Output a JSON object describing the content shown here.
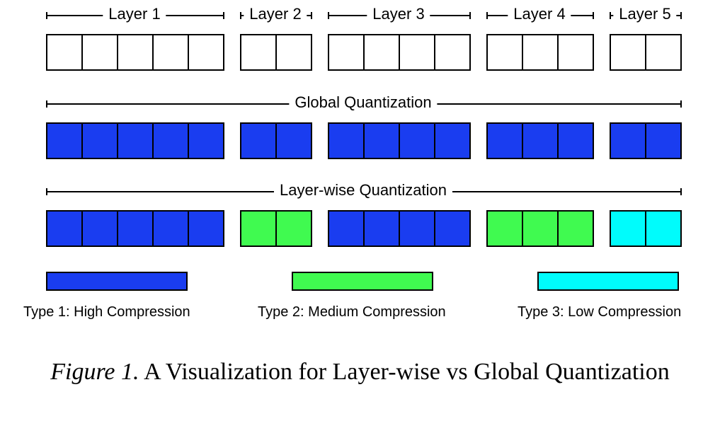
{
  "colors": {
    "empty": "#ffffff",
    "type1": "#1a3df0",
    "type2": "#40fa50",
    "type3": "#00fcfc",
    "border": "#000000"
  },
  "layers": [
    {
      "label": "Layer 1",
      "cells": 5
    },
    {
      "label": "Layer 2",
      "cells": 2
    },
    {
      "label": "Layer 3",
      "cells": 4
    },
    {
      "label": "Layer 4",
      "cells": 3
    },
    {
      "label": "Layer 5",
      "cells": 2
    }
  ],
  "rows": [
    {
      "name": "unquantized",
      "label": "",
      "layer_types": [
        "empty",
        "empty",
        "empty",
        "empty",
        "empty"
      ]
    },
    {
      "name": "global",
      "label": "Global Quantization",
      "layer_types": [
        "type1",
        "type1",
        "type1",
        "type1",
        "type1"
      ]
    },
    {
      "name": "layer-wise",
      "label": "Layer-wise Quantization",
      "layer_types": [
        "type1",
        "type2",
        "type1",
        "type2",
        "type3"
      ]
    }
  ],
  "legend": [
    {
      "type": "type1",
      "label": "Type 1: High Compression"
    },
    {
      "type": "type2",
      "label": "Type 2: Medium Compression"
    },
    {
      "type": "type3",
      "label": "Type 3: Low Compression"
    }
  ],
  "caption": {
    "prefix": "Figure 1.",
    "text": " A Visualization for Layer-wise vs Global Quantization"
  }
}
